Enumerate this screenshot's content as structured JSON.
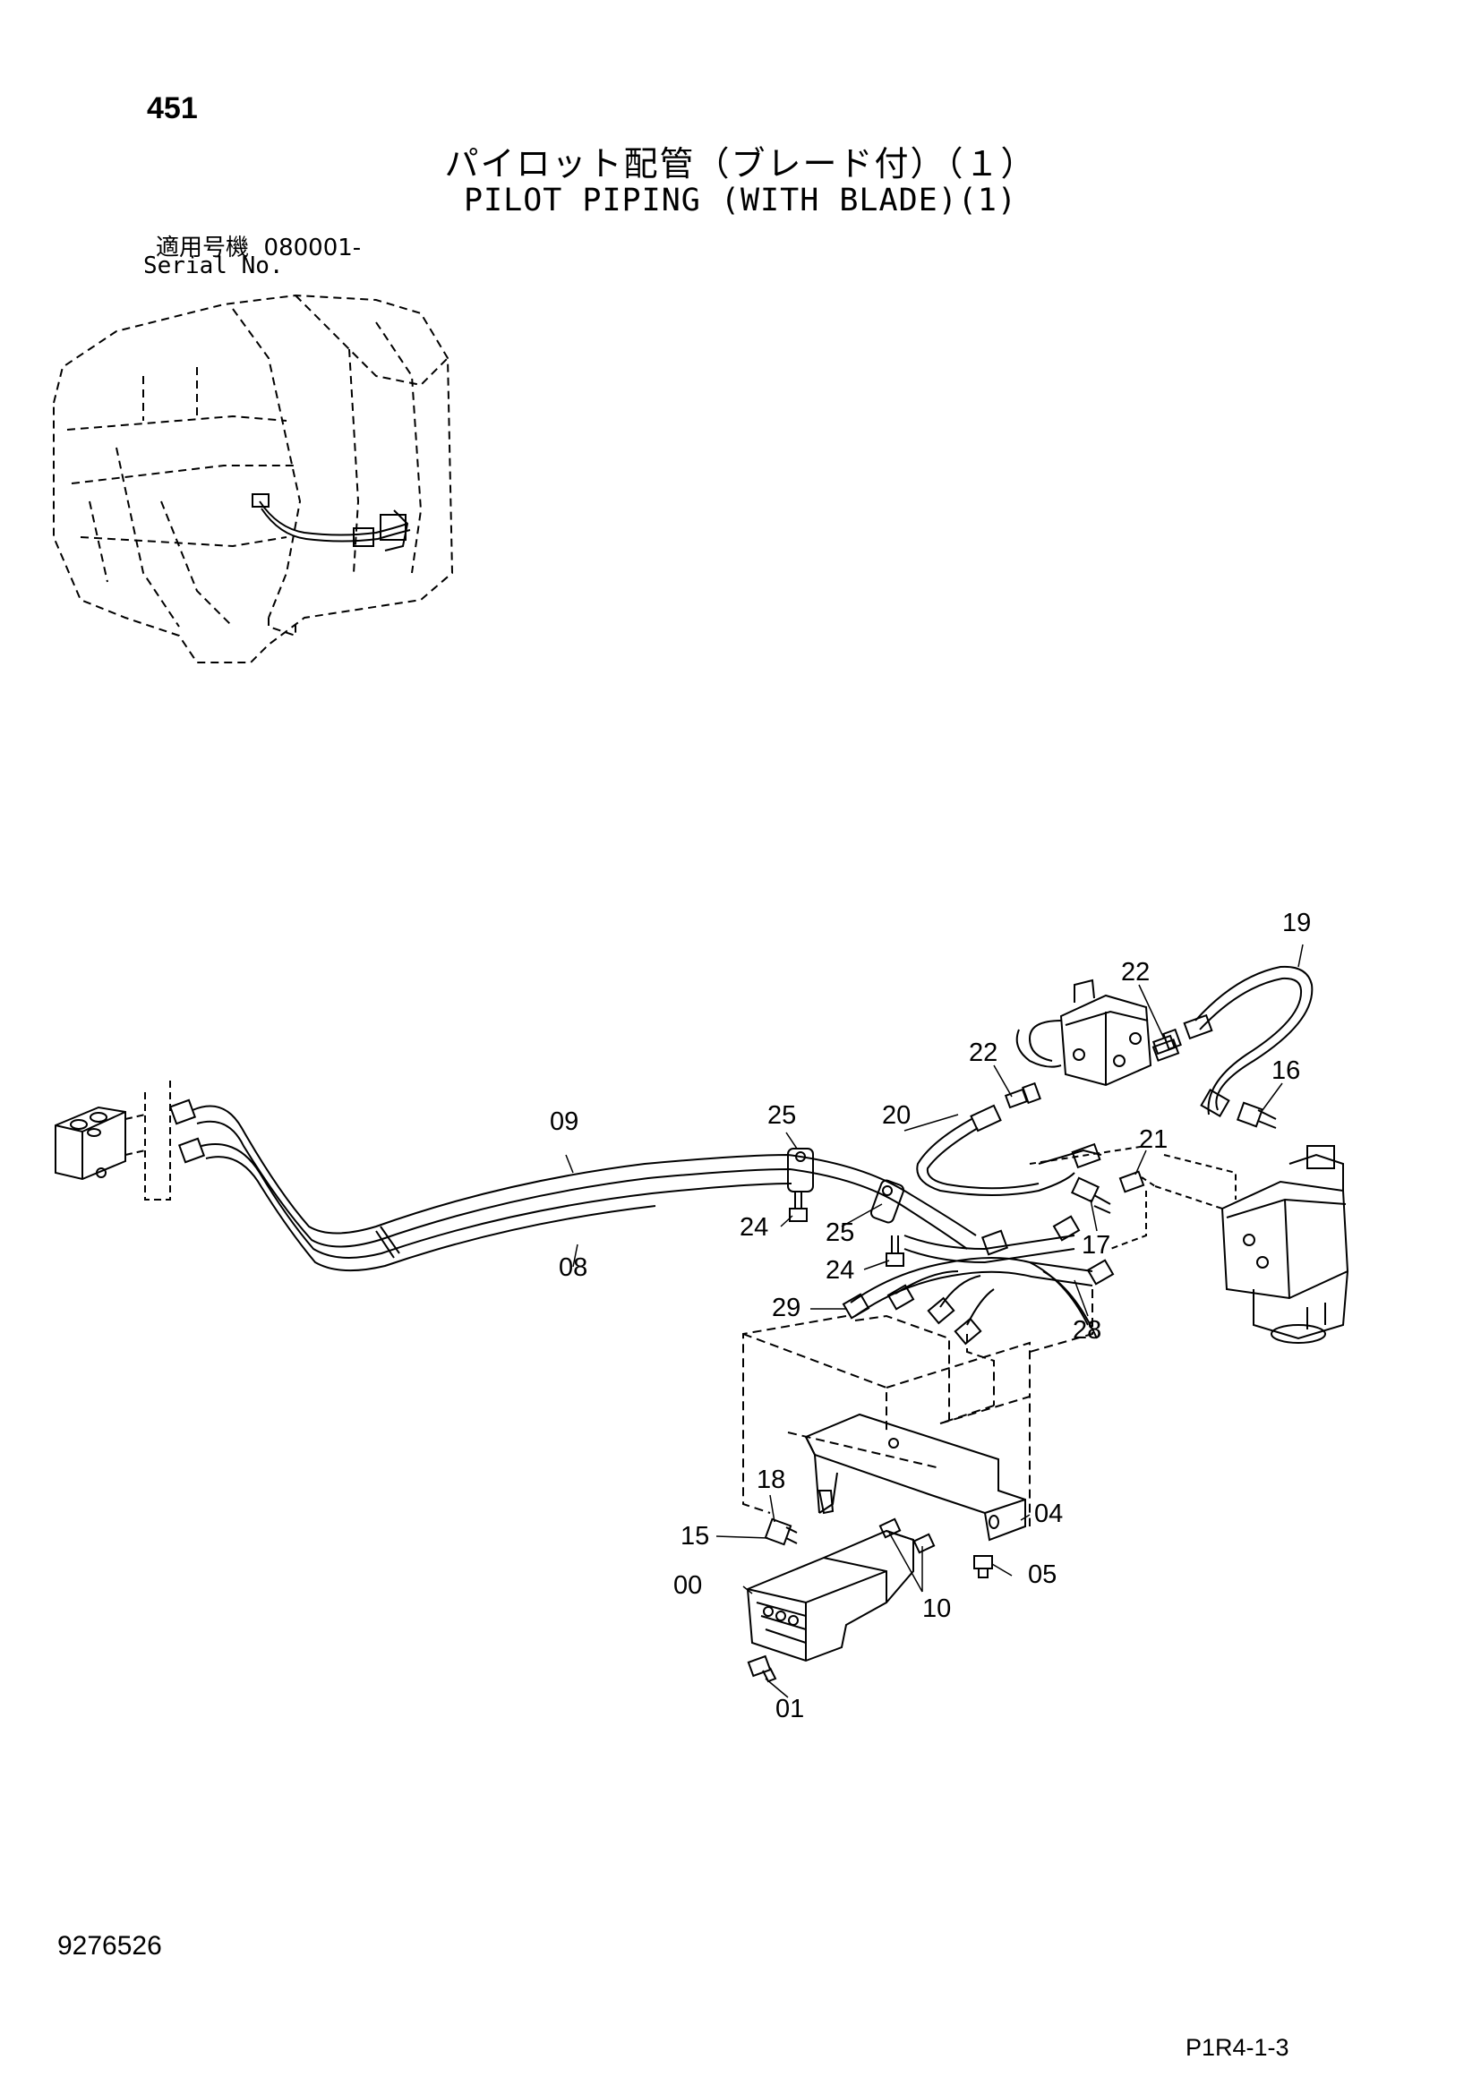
{
  "header": {
    "page_number": "451",
    "title_jp": "パイロット配管（ブレード付）（１）",
    "title_en": "PILOT PIPING (WITH BLADE)(1)",
    "serial_label_jp": "適用号機",
    "serial_value": "080001-",
    "serial_label_en": "Serial No."
  },
  "callouts": [
    "19",
    "22",
    "22",
    "16",
    "20",
    "21",
    "25",
    "09",
    "25",
    "24",
    "24",
    "17",
    "29",
    "08",
    "28",
    "18",
    "04",
    "15",
    "10",
    "05",
    "00",
    "01"
  ],
  "footer": {
    "doc_number": "9276526",
    "page_code": "P1R4-1-3"
  }
}
